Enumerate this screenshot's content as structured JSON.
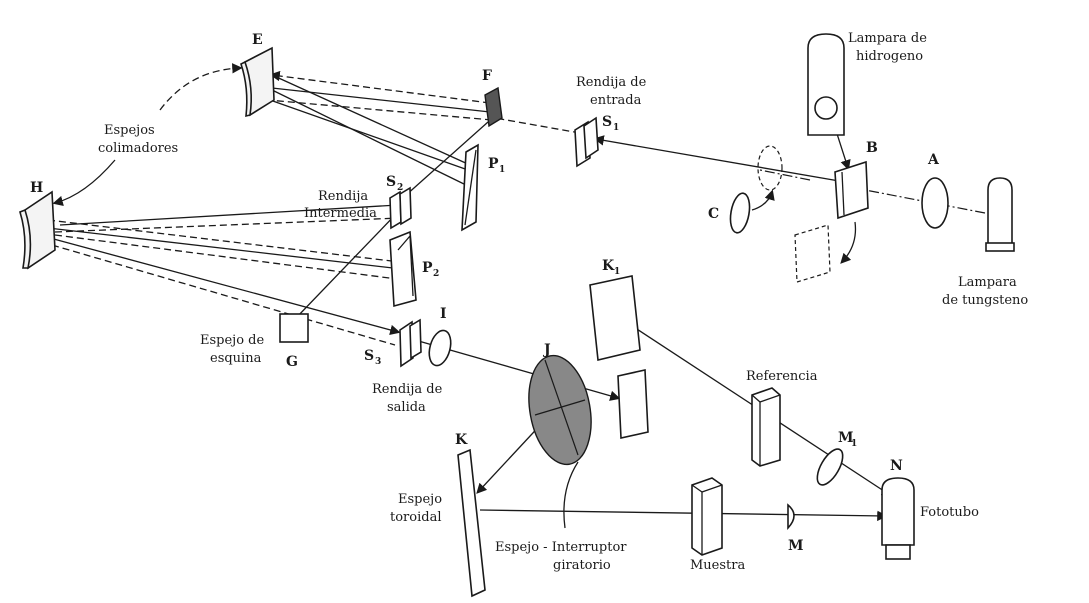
{
  "labels": {
    "lamp_h": [
      "Lampara de",
      "hidrogeno"
    ],
    "slit_in": [
      "Rendija de",
      "entrada"
    ],
    "collimators": [
      "Espejos",
      "colimadores"
    ],
    "slit_mid": [
      "Rendija",
      "Intermedia"
    ],
    "lamp_w": [
      "Lampara",
      "de tungsteno"
    ],
    "corner": [
      "Espejo de",
      "esquina"
    ],
    "slit_out": [
      "Rendija de",
      "salida"
    ],
    "reference": "Referencia",
    "phototube": "Fototubo",
    "toroidal": [
      "Espejo",
      "toroidal"
    ],
    "chopper": [
      "Espejo - Interruptor",
      "giratorio"
    ],
    "sample": "Muestra"
  },
  "letters": {
    "E": "E",
    "F": "F",
    "S1": "S",
    "S1_sub": "1",
    "H": "H",
    "S2": "S",
    "S2_sub": "2",
    "P1": "P",
    "P1_sub": "1",
    "P2": "P",
    "P2_sub": "2",
    "B": "B",
    "A": "A",
    "C": "C",
    "K1": "K",
    "K1_sub": "1",
    "G": "G",
    "S3": "S",
    "S3_sub": "3",
    "I": "I",
    "J": "J",
    "M1": "M",
    "M1_sub": "1",
    "N": "N",
    "K": "K",
    "M": "M"
  }
}
